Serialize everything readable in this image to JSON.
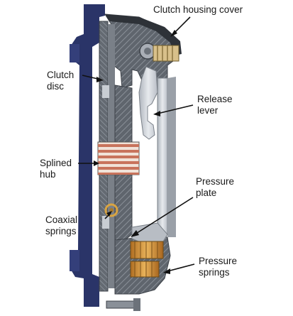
{
  "labels": {
    "clutch_housing_cover": "Clutch housing cover",
    "clutch_disc_line1": "Clutch",
    "clutch_disc_line2": "disc",
    "release_lever_line1": "Release",
    "release_lever_line2": "lever",
    "splined_hub_line1": "Splined",
    "splined_hub_line2": "hub",
    "pressure_plate_line1": "Pressure",
    "pressure_plate_line2": "plate",
    "coaxial_springs_line1": "Coaxial",
    "coaxial_springs_line2": "springs",
    "pressure_springs_line1": "Pressure",
    "pressure_springs_line2": "springs"
  },
  "colors": {
    "flywheel": "#2a3468",
    "housing": "#5a6068",
    "disc": "#6e747c",
    "lever": "#c4c9d0",
    "hub_stripe": "#c8735c",
    "spring_gold": "#d9a441",
    "pressure_spring": "#c98a3a",
    "arrow": "#111111"
  }
}
